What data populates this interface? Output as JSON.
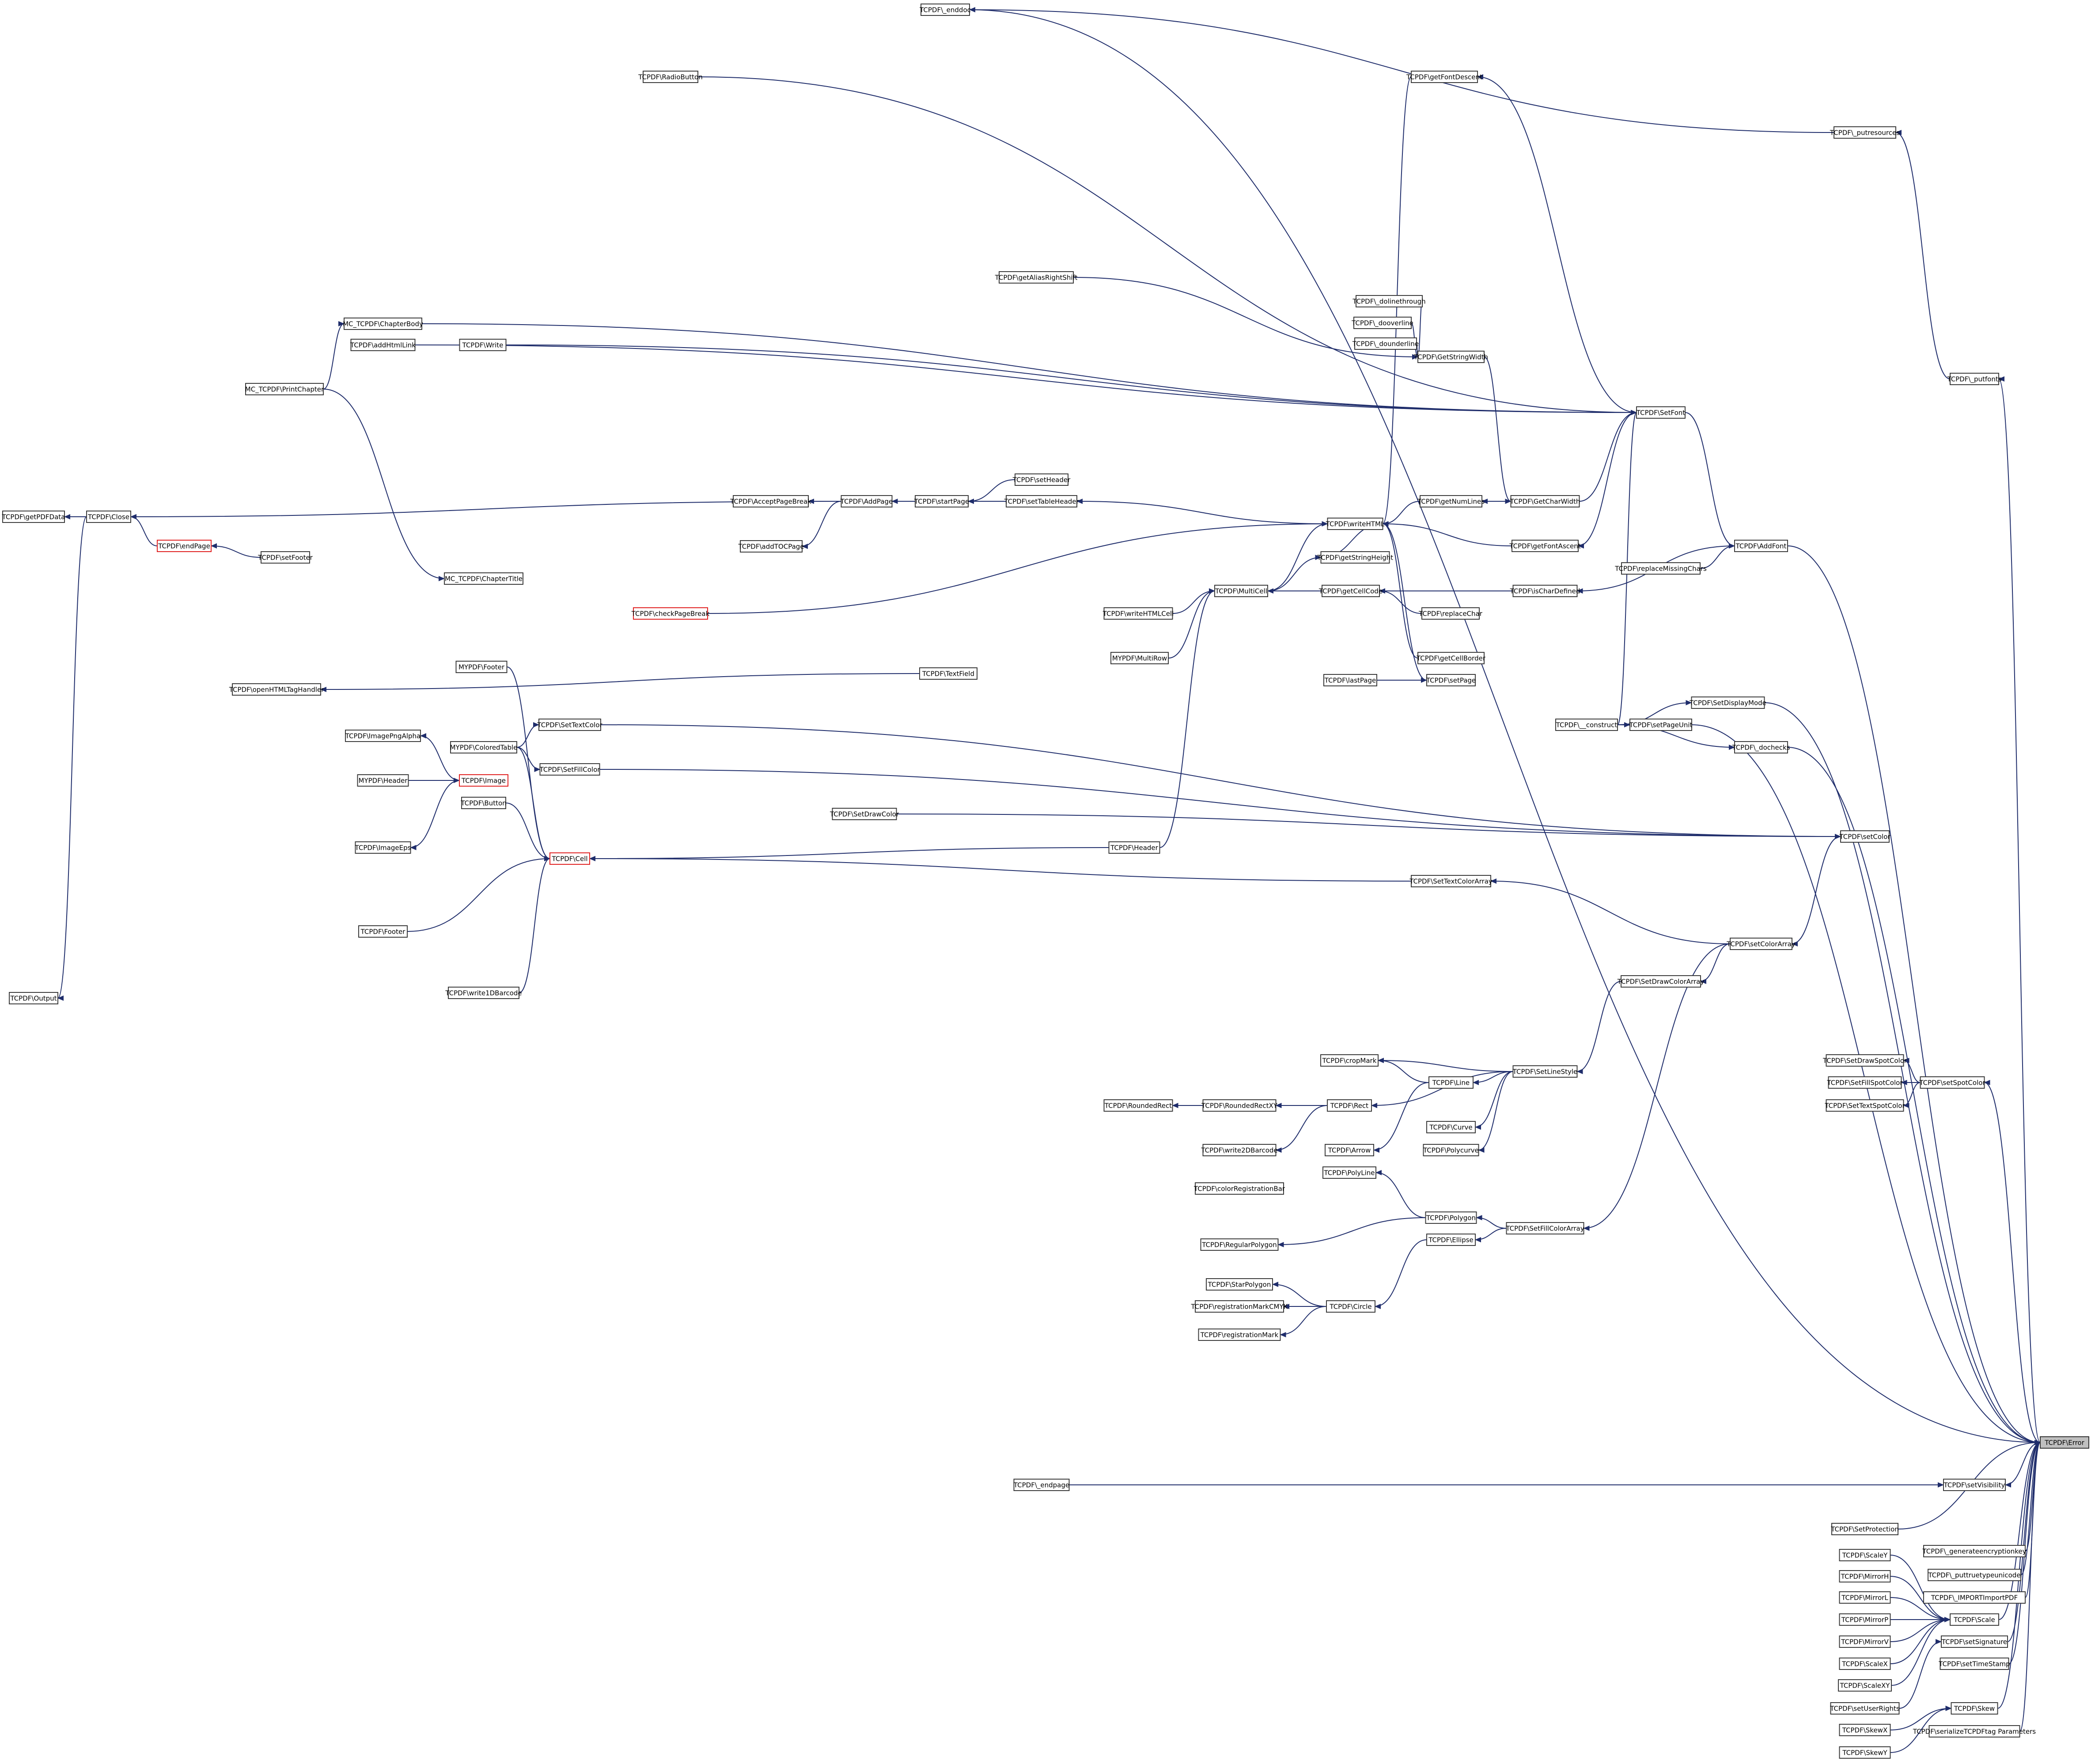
{
  "diagram": {
    "type": "call-graph",
    "direction": "right-to-left",
    "colors": {
      "edge": "#1f2d6b",
      "node_border": "#3b3b3b",
      "truncated_border": "#e02020",
      "focus_fill": "#bfbfbf"
    },
    "nodes": [
      {
        "id": "error",
        "label": "TCPDF\\Error",
        "focus": true
      },
      {
        "id": "enddoc",
        "label": "TCPDF\\_enddoc"
      },
      {
        "id": "putresources",
        "label": "TCPDF\\_putresources"
      },
      {
        "id": "putfonts",
        "label": "TCPDF\\_putfonts"
      },
      {
        "id": "radiobutton",
        "label": "TCPDF\\RadioButton"
      },
      {
        "id": "getfontdescent",
        "label": "TCPDF\\getFontDescent"
      },
      {
        "id": "getaliasrightshift",
        "label": "TCPDF\\getAliasRightShift"
      },
      {
        "id": "dolinethrough",
        "label": "TCPDF\\_dolinethrough"
      },
      {
        "id": "dooverline",
        "label": "TCPDF\\_dooverline"
      },
      {
        "id": "dounderline",
        "label": "TCPDF\\_dounderline"
      },
      {
        "id": "getstringwidth",
        "label": "TCPDF\\GetStringWidth"
      },
      {
        "id": "chapterbody",
        "label": "MC_TCPDF\\ChapterBody"
      },
      {
        "id": "addhtmllink",
        "label": "TCPDF\\addHtmlLink"
      },
      {
        "id": "write",
        "label": "TCPDF\\Write"
      },
      {
        "id": "printchapter",
        "label": "MC_TCPDF\\PrintChapter"
      },
      {
        "id": "setfont",
        "label": "TCPDF\\SetFont"
      },
      {
        "id": "setheader",
        "label": "TCPDF\\setHeader"
      },
      {
        "id": "getnumlines",
        "label": "TCPDF\\getNumLines"
      },
      {
        "id": "getcharwidth",
        "label": "TCPDF\\GetCharWidth"
      },
      {
        "id": "getpdfdata",
        "label": "TCPDF\\getPDFData"
      },
      {
        "id": "close",
        "label": "TCPDF\\Close"
      },
      {
        "id": "acceptpagebreak",
        "label": "TCPDF\\AcceptPageBreak"
      },
      {
        "id": "addpage",
        "label": "TCPDF\\AddPage"
      },
      {
        "id": "startpage",
        "label": "TCPDF\\startPage"
      },
      {
        "id": "settableheader",
        "label": "TCPDF\\setTableHeader"
      },
      {
        "id": "writehtml",
        "label": "TCPDF\\writeHTML"
      },
      {
        "id": "endpage",
        "label": "TCPDF\\endPage",
        "truncated": true
      },
      {
        "id": "setfooter",
        "label": "TCPDF\\setFooter"
      },
      {
        "id": "addtocpage",
        "label": "TCPDF\\addTOCPage"
      },
      {
        "id": "getfontascent",
        "label": "TCPDF\\getFontAscent"
      },
      {
        "id": "addfont",
        "label": "TCPDF\\AddFont"
      },
      {
        "id": "getstringheight",
        "label": "TCPDF\\getStringHeight"
      },
      {
        "id": "replacemissingchars",
        "label": "TCPDF\\replaceMissingChars"
      },
      {
        "id": "chaptertitle",
        "label": "MC_TCPDF\\ChapterTitle"
      },
      {
        "id": "multicell",
        "label": "TCPDF\\MultiCell"
      },
      {
        "id": "getcellcode",
        "label": "TCPDF\\getCellCode"
      },
      {
        "id": "ischardefined",
        "label": "TCPDF\\isCharDefined"
      },
      {
        "id": "writehtmlcell",
        "label": "TCPDF\\writeHTMLCell"
      },
      {
        "id": "checkpagebreak",
        "label": "TCPDF\\checkPageBreak",
        "truncated": true
      },
      {
        "id": "replacechar",
        "label": "TCPDF\\replaceChar"
      },
      {
        "id": "multirow",
        "label": "MYPDF\\MultiRow"
      },
      {
        "id": "getcellborder",
        "label": "TCPDF\\getCellBorder"
      },
      {
        "id": "myfooter",
        "label": "MYPDF\\Footer"
      },
      {
        "id": "textfield",
        "label": "TCPDF\\TextField"
      },
      {
        "id": "lastpage",
        "label": "TCPDF\\lastPage"
      },
      {
        "id": "setpage",
        "label": "TCPDF\\setPage"
      },
      {
        "id": "openhtmltaghandler",
        "label": "TCPDF\\openHTMLTagHandler"
      },
      {
        "id": "setdisplaymode",
        "label": "TCPDF\\SetDisplayMode"
      },
      {
        "id": "construct",
        "label": "TCPDF\\__construct"
      },
      {
        "id": "setpageunit",
        "label": "TCPDF\\setPageUnit"
      },
      {
        "id": "imagepngalpha",
        "label": "TCPDF\\ImagePngAlpha"
      },
      {
        "id": "settextcolor",
        "label": "TCPDF\\SetTextColor"
      },
      {
        "id": "dochecks",
        "label": "TCPDF\\_dochecks"
      },
      {
        "id": "coloredtable",
        "label": "MYPDF\\ColoredTable"
      },
      {
        "id": "setfillcolor",
        "label": "TCPDF\\SetFillColor"
      },
      {
        "id": "myheader",
        "label": "MYPDF\\Header"
      },
      {
        "id": "image",
        "label": "TCPDF\\Image",
        "truncated": true
      },
      {
        "id": "button",
        "label": "TCPDF\\Button"
      },
      {
        "id": "setdrawcolor",
        "label": "TCPDF\\SetDrawColor"
      },
      {
        "id": "setcolor",
        "label": "TCPDF\\setColor"
      },
      {
        "id": "imageeps",
        "label": "TCPDF\\ImageEps"
      },
      {
        "id": "header",
        "label": "TCPDF\\Header"
      },
      {
        "id": "cell",
        "label": "TCPDF\\Cell",
        "truncated": true
      },
      {
        "id": "settextcolorarray",
        "label": "TCPDF\\SetTextColorArray"
      },
      {
        "id": "footer",
        "label": "TCPDF\\Footer"
      },
      {
        "id": "setcolorarray",
        "label": "TCPDF\\setColorArray"
      },
      {
        "id": "setdrawcolorarray",
        "label": "TCPDF\\SetDrawColorArray"
      },
      {
        "id": "write1dbarcode",
        "label": "TCPDF\\write1DBarcode"
      },
      {
        "id": "output",
        "label": "TCPDF\\Output"
      },
      {
        "id": "setdrawspotcolor",
        "label": "TCPDF\\SetDrawSpotColor"
      },
      {
        "id": "cropmark",
        "label": "TCPDF\\cropMark"
      },
      {
        "id": "setlinestyle",
        "label": "TCPDF\\SetLineStyle"
      },
      {
        "id": "setfillspotcolor",
        "label": "TCPDF\\SetFillSpotColor"
      },
      {
        "id": "setspotcolor",
        "label": "TCPDF\\setSpotColor"
      },
      {
        "id": "line",
        "label": "TCPDF\\Line"
      },
      {
        "id": "settextspotcolor",
        "label": "TCPDF\\SetTextSpotColor"
      },
      {
        "id": "roundedrect",
        "label": "TCPDF\\RoundedRect"
      },
      {
        "id": "roundedrectxy",
        "label": "TCPDF\\RoundedRectXY"
      },
      {
        "id": "rect",
        "label": "TCPDF\\Rect"
      },
      {
        "id": "curve",
        "label": "TCPDF\\Curve"
      },
      {
        "id": "write2dbarcode",
        "label": "TCPDF\\write2DBarcode"
      },
      {
        "id": "arrow",
        "label": "TCPDF\\Arrow"
      },
      {
        "id": "polycurve",
        "label": "TCPDF\\Polycurve"
      },
      {
        "id": "polyline",
        "label": "TCPDF\\PolyLine"
      },
      {
        "id": "colorregistrationbar",
        "label": "TCPDF\\colorRegistrationBar"
      },
      {
        "id": "polygon",
        "label": "TCPDF\\Polygon"
      },
      {
        "id": "setfillcolorarray",
        "label": "TCPDF\\SetFillColorArray"
      },
      {
        "id": "ellipse",
        "label": "TCPDF\\Ellipse"
      },
      {
        "id": "regularpolygon",
        "label": "TCPDF\\RegularPolygon"
      },
      {
        "id": "starpolygon",
        "label": "TCPDF\\StarPolygon"
      },
      {
        "id": "circle",
        "label": "TCPDF\\Circle"
      },
      {
        "id": "registrationmarkcmyk",
        "label": "TCPDF\\registrationMarkCMYK"
      },
      {
        "id": "registrationmark",
        "label": "TCPDF\\registrationMark"
      },
      {
        "id": "endpage_",
        "label": "TCPDF\\_endpage"
      },
      {
        "id": "setvisibility",
        "label": "TCPDF\\setVisibility"
      },
      {
        "id": "setprotection",
        "label": "TCPDF\\SetProtection"
      },
      {
        "id": "generateencryptionkey",
        "label": "TCPDF\\_generateencryptionkey"
      },
      {
        "id": "scaley",
        "label": "TCPDF\\ScaleY"
      },
      {
        "id": "puttruetypeunicode",
        "label": "TCPDF\\_puttruetypeunicode"
      },
      {
        "id": "mirrorh",
        "label": "TCPDF\\MirrorH"
      },
      {
        "id": "mirrorl",
        "label": "TCPDF\\MirrorL"
      },
      {
        "id": "importpdf",
        "label": "TCPDF\\_IMPORTImportPDF"
      },
      {
        "id": "mirrorp",
        "label": "TCPDF\\MirrorP"
      },
      {
        "id": "scale",
        "label": "TCPDF\\Scale"
      },
      {
        "id": "mirrorv",
        "label": "TCPDF\\MirrorV"
      },
      {
        "id": "setsignature",
        "label": "TCPDF\\setSignature"
      },
      {
        "id": "scalex",
        "label": "TCPDF\\ScaleX"
      },
      {
        "id": "settimestamp",
        "label": "TCPDF\\setTimeStamp"
      },
      {
        "id": "scalexy",
        "label": "TCPDF\\ScaleXY"
      },
      {
        "id": "setuserrights",
        "label": "TCPDF\\setUserRights"
      },
      {
        "id": "skew",
        "label": "TCPDF\\Skew"
      },
      {
        "id": "skewx",
        "label": "TCPDF\\SkewX"
      },
      {
        "id": "serializetcpdf",
        "label": "TCPDF\\serializeTCPDFtag Parameters"
      },
      {
        "id": "skewy",
        "label": "TCPDF\\SkewY"
      }
    ],
    "edges": [
      [
        "enddoc",
        "error"
      ],
      [
        "putresources",
        "enddoc"
      ],
      [
        "putfonts",
        "putresources"
      ],
      [
        "error",
        "putfonts"
      ],
      [
        "radiobutton",
        "setfont"
      ],
      [
        "getfontdescent",
        "writehtml"
      ],
      [
        "setfont",
        "getfontdescent"
      ],
      [
        "getaliasrightshift",
        "getstringwidth"
      ],
      [
        "dolinethrough",
        "getstringwidth"
      ],
      [
        "dooverline",
        "getstringwidth"
      ],
      [
        "dounderline",
        "getstringwidth"
      ],
      [
        "getstringwidth",
        "getcharwidth"
      ],
      [
        "getcharwidth",
        "setfont"
      ],
      [
        "setfont",
        "addfont"
      ],
      [
        "addfont",
        "error"
      ],
      [
        "chapterbody",
        "setfont"
      ],
      [
        "addhtmllink",
        "setfont"
      ],
      [
        "write",
        "setfont"
      ],
      [
        "printchapter",
        "chapterbody"
      ],
      [
        "printchapter",
        "chaptertitle"
      ],
      [
        "setheader",
        "startpage"
      ],
      [
        "settableheader",
        "startpage"
      ],
      [
        "startpage",
        "addpage"
      ],
      [
        "addpage",
        "close"
      ],
      [
        "addpage",
        "acceptpagebreak"
      ],
      [
        "addpage",
        "addtocpage"
      ],
      [
        "close",
        "getpdfdata"
      ],
      [
        "close",
        "output"
      ],
      [
        "endpage",
        "close"
      ],
      [
        "setfooter",
        "endpage"
      ],
      [
        "writehtml",
        "settableheader"
      ],
      [
        "getnumlines",
        "writehtml"
      ],
      [
        "getcharwidth",
        "getnumlines"
      ],
      [
        "getfontascent",
        "writehtml"
      ],
      [
        "setfont",
        "getfontascent"
      ],
      [
        "getstringheight",
        "writehtml"
      ],
      [
        "multicell",
        "getstringheight"
      ],
      [
        "multicell",
        "writehtml"
      ],
      [
        "getcellcode",
        "multicell"
      ],
      [
        "ischardefined",
        "getcellcode"
      ],
      [
        "replacechar",
        "getcellcode"
      ],
      [
        "replacemissingchars",
        "addfont"
      ],
      [
        "addfont",
        "ischardefined"
      ],
      [
        "writehtmlcell",
        "multicell"
      ],
      [
        "multirow",
        "multicell"
      ],
      [
        "header",
        "multicell"
      ],
      [
        "checkpagebreak",
        "writehtml"
      ],
      [
        "getcellborder",
        "writehtml"
      ],
      [
        "setpage",
        "writehtml"
      ],
      [
        "lastpage",
        "setpage"
      ],
      [
        "construct",
        "setfont"
      ],
      [
        "construct",
        "setpageunit"
      ],
      [
        "construct",
        "setdisplaymode"
      ],
      [
        "construct",
        "dochecks"
      ],
      [
        "setpageunit",
        "error"
      ],
      [
        "setdisplaymode",
        "error"
      ],
      [
        "dochecks",
        "error"
      ],
      [
        "textfield",
        "openhtmltaghandler"
      ],
      [
        "myfooter",
        "cell"
      ],
      [
        "settextcolor",
        "setcolor"
      ],
      [
        "setfillcolor",
        "setcolor"
      ],
      [
        "setdrawcolor",
        "setcolor"
      ],
      [
        "image",
        "imagepngalpha"
      ],
      [
        "image",
        "imageeps"
      ],
      [
        "myheader",
        "image"
      ],
      [
        "button",
        "cell"
      ],
      [
        "coloredtable",
        "cell"
      ],
      [
        "coloredtable",
        "setfillcolor"
      ],
      [
        "coloredtable",
        "settextcolor"
      ],
      [
        "header",
        "cell"
      ],
      [
        "footer",
        "cell"
      ],
      [
        "write1dbarcode",
        "cell"
      ],
      [
        "settextcolorarray",
        "cell"
      ],
      [
        "setcolorarray",
        "settextcolorarray"
      ],
      [
        "setcolorarray",
        "setdrawcolorarray"
      ],
      [
        "setcolorarray",
        "setfillcolorarray"
      ],
      [
        "setcolor",
        "setcolorarray"
      ],
      [
        "setdrawcolorarray",
        "setlinestyle"
      ],
      [
        "setfillcolorarray",
        "ellipse"
      ],
      [
        "setfillcolorarray",
        "polygon"
      ],
      [
        "setlinestyle",
        "line"
      ],
      [
        "setlinestyle",
        "rect"
      ],
      [
        "setlinestyle",
        "cropmark"
      ],
      [
        "setlinestyle",
        "curve"
      ],
      [
        "setlinestyle",
        "polycurve"
      ],
      [
        "setspotcolor",
        "setdrawspotcolor"
      ],
      [
        "setspotcolor",
        "setfillspotcolor"
      ],
      [
        "setspotcolor",
        "settextspotcolor"
      ],
      [
        "error",
        "setspotcolor"
      ],
      [
        "line",
        "cropmark"
      ],
      [
        "line",
        "arrow"
      ],
      [
        "rect",
        "roundedrectxy"
      ],
      [
        "roundedrectxy",
        "roundedrect"
      ],
      [
        "rect",
        "write2dbarcode"
      ],
      [
        "polygon",
        "polyline"
      ],
      [
        "polygon",
        "regularpolygon"
      ],
      [
        "ellipse",
        "circle"
      ],
      [
        "circle",
        "starpolygon"
      ],
      [
        "circle",
        "registrationmarkcmyk"
      ],
      [
        "circle",
        "registrationmark"
      ],
      [
        "endpage_",
        "setvisibility"
      ],
      [
        "error",
        "setvisibility"
      ],
      [
        "setprotection",
        "error"
      ],
      [
        "generateencryptionkey",
        "error"
      ],
      [
        "puttruetypeunicode",
        "error"
      ],
      [
        "importpdf",
        "error"
      ],
      [
        "scale",
        "error"
      ],
      [
        "scaley",
        "scale"
      ],
      [
        "mirrorh",
        "scale"
      ],
      [
        "mirrorl",
        "scale"
      ],
      [
        "mirrorp",
        "scale"
      ],
      [
        "mirrorv",
        "scale"
      ],
      [
        "scalex",
        "scale"
      ],
      [
        "scalexy",
        "scale"
      ],
      [
        "setsignature",
        "error"
      ],
      [
        "setuserrights",
        "setsignature"
      ],
      [
        "settimestamp",
        "error"
      ],
      [
        "skew",
        "error"
      ],
      [
        "skewx",
        "skew"
      ],
      [
        "skewy",
        "skew"
      ],
      [
        "serializetcpdf",
        "error"
      ]
    ]
  }
}
